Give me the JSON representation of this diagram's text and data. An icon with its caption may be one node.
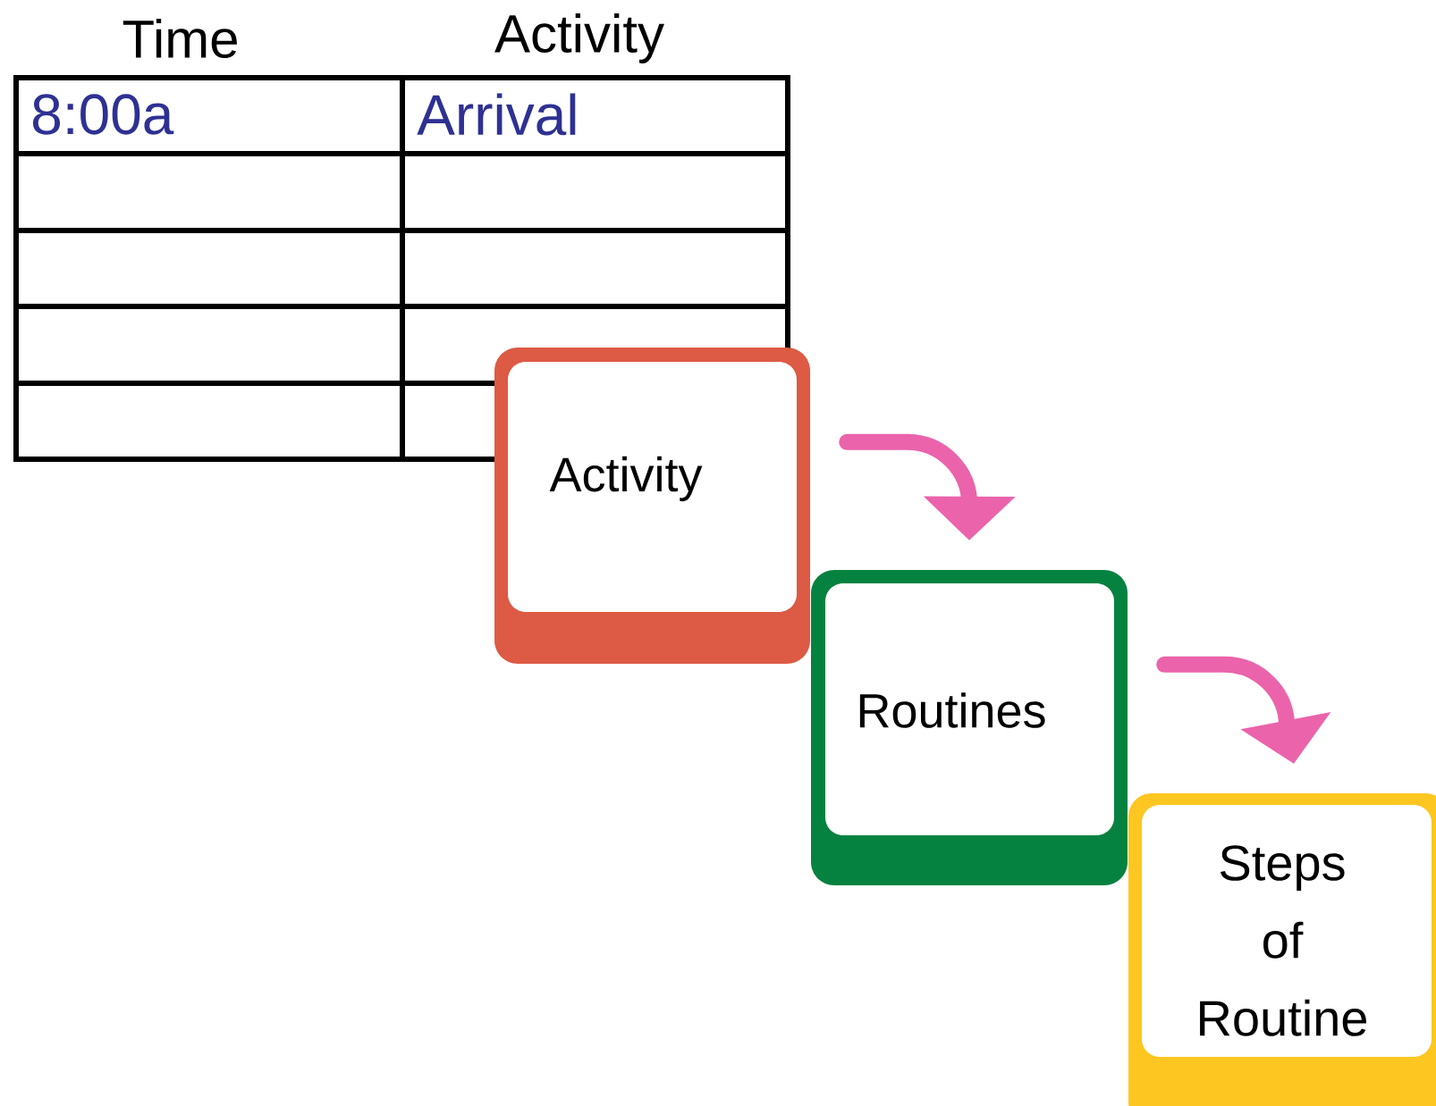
{
  "diagram": {
    "nodes": [
      {
        "text": [
          "Activity"
        ]
      },
      {
        "text": [
          "Routines"
        ]
      },
      {
        "text": [
          "Steps of Routine"
        ]
      }
    ],
    "edges": [
      {
        "from": 0,
        "to": 1,
        "arrow": "to"
      },
      {
        "from": 1,
        "to": 2,
        "arrow": "to"
      }
    ],
    "labels": [
      "Time",
      "Activity",
      "8:00a",
      "Arrival"
    ]
  }
}
